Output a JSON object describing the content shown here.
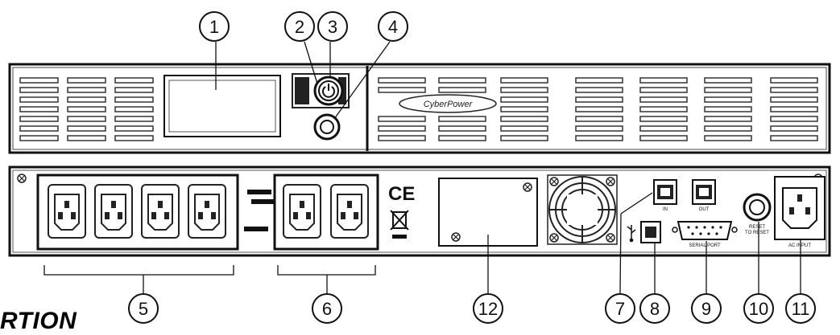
{
  "callouts": [
    {
      "id": "callout-1",
      "label": "1"
    },
    {
      "id": "callout-2",
      "label": "2"
    },
    {
      "id": "callout-3",
      "label": "3"
    },
    {
      "id": "callout-4",
      "label": "4"
    },
    {
      "id": "callout-5",
      "label": "5"
    },
    {
      "id": "callout-6",
      "label": "6"
    },
    {
      "id": "callout-7",
      "label": "7"
    },
    {
      "id": "callout-8",
      "label": "8"
    },
    {
      "id": "callout-9",
      "label": "9"
    },
    {
      "id": "callout-10",
      "label": "10"
    },
    {
      "id": "callout-11",
      "label": "11"
    },
    {
      "id": "callout-12",
      "label": "12"
    }
  ],
  "front_panel": {
    "brand": "CyberPower"
  },
  "rear_panel": {
    "ce_mark": "CE",
    "net_in_label": "IN",
    "net_out_label": "OUT",
    "serial_port_label": "SERIAL PORT",
    "reset_label_1": "RESET",
    "reset_label_2": "TO RESET",
    "ac_input_label": "AC INPUT"
  },
  "section_title": "RTION"
}
